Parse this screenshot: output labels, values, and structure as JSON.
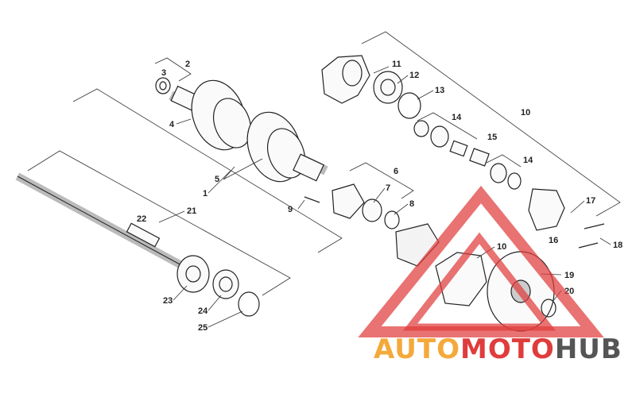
{
  "callouts": [
    "1",
    "2",
    "3",
    "4",
    "5",
    "6",
    "7",
    "8",
    "9",
    "10",
    "11",
    "12",
    "13",
    "14",
    "14",
    "15",
    "16",
    "17",
    "18",
    "19",
    "20",
    "21",
    "22",
    "23",
    "24",
    "25",
    "10"
  ],
  "watermark": {
    "part1": "AUTO",
    "part2": "MOTO",
    "part3": "HUB",
    "color_orange": "#f4a93a",
    "color_red": "#e03c3c",
    "color_gray": "#555555"
  }
}
